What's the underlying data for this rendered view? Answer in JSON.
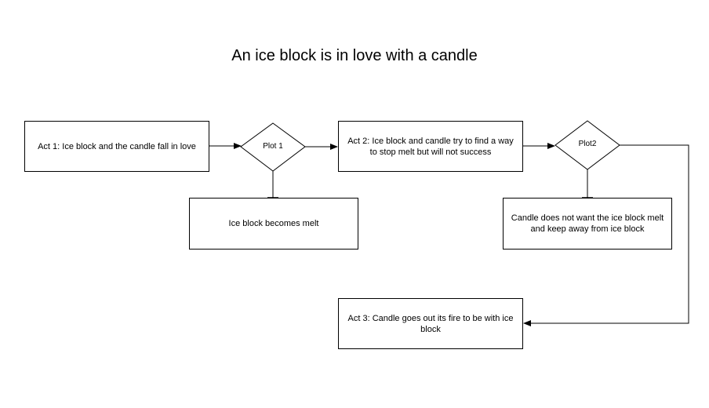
{
  "title": "An ice block is in love with a candle",
  "nodes": {
    "act1": "Act 1: Ice block and the candle fall in love",
    "plot1": "Plot 1",
    "ice_melt": "Ice block becomes melt",
    "act2": "Act 2: Ice block and candle try to find a way to stop melt but will not success",
    "plot2": "Plot2",
    "candle_away": "Candle does not want the ice block melt and keep away from ice block",
    "act3": "Act 3: Candle goes out its fire to be with ice block"
  }
}
